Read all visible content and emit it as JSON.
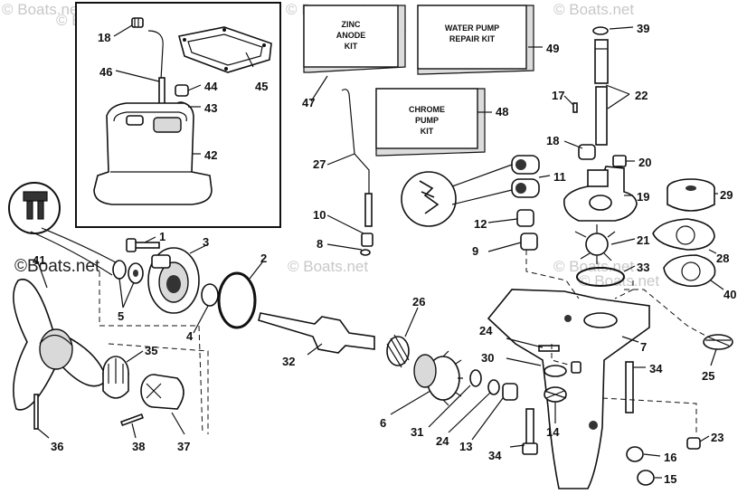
{
  "watermark": {
    "text": "© Boats.net",
    "prominent_text": "©Boats.net"
  },
  "kits": {
    "zinc_anode": [
      "ZINC",
      "ANODE",
      "KIT"
    ],
    "water_pump_repair": [
      "WATER PUMP",
      "REPAIR KIT"
    ],
    "chrome_pump": [
      "CHROME",
      "PUMP",
      "KIT"
    ]
  },
  "callouts": {
    "c1": "1",
    "c2": "2",
    "c3": "3",
    "c4": "4",
    "c5": "5",
    "c6": "6",
    "c7": "7",
    "c8": "8",
    "c9": "9",
    "c10": "10",
    "c11": "11",
    "c12": "12",
    "c13": "13",
    "c14": "14",
    "c15": "15",
    "c16": "16",
    "c17": "17",
    "c18a": "18",
    "c18b": "18",
    "c19": "19",
    "c20": "20",
    "c21": "21",
    "c22": "22",
    "c23": "23",
    "c24a": "24",
    "c24b": "24",
    "c25": "25",
    "c26": "26",
    "c27": "27",
    "c28": "28",
    "c29": "29",
    "c30": "30",
    "c31": "31",
    "c32": "32",
    "c33": "33",
    "c34a": "34",
    "c34b": "34",
    "c35": "35",
    "c36": "36",
    "c37": "37",
    "c38": "38",
    "c39": "39",
    "c40": "40",
    "c41": "41",
    "c42": "42",
    "c43": "43",
    "c44": "44",
    "c45": "45",
    "c46": "46",
    "c47": "47",
    "c48": "48",
    "c49": "49"
  }
}
